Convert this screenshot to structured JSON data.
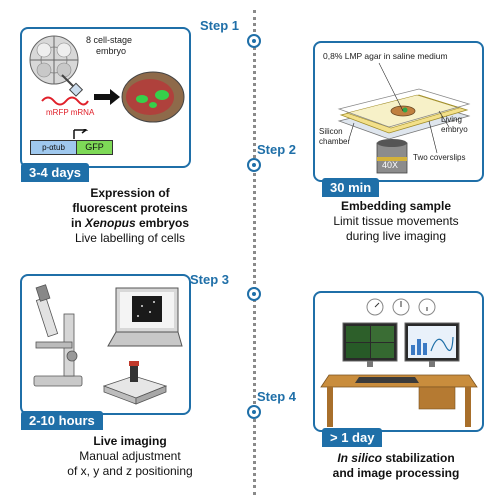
{
  "steps": [
    {
      "label": "Step 1"
    },
    {
      "label": "Step 2"
    },
    {
      "label": "Step 3"
    },
    {
      "label": "Step 4"
    }
  ],
  "panel1": {
    "badge": "3-4 days",
    "embryo_label_line1": "8 cell-stage",
    "embryo_label_line2": "embryo",
    "mrna_label": "mRFP mRNA",
    "promoter_label": "p-αtub",
    "gfp_label": "GFP",
    "caption_bold1": "Expression of",
    "caption_bold2": "fluorescent proteins",
    "caption_bold3_prefix": "in ",
    "caption_bold3_italic": "Xenopus",
    "caption_bold3_suffix": " embryos",
    "caption_line4": "Live labelling of cells"
  },
  "panel2": {
    "badge": "30 min",
    "agar_label": "0,8% LMP agar in saline medium",
    "silicon_label_line1": "Silicon",
    "silicon_label_line2": "chamber",
    "living_label_line1": "Living",
    "living_label_line2": "embryo",
    "coverslips_label": "Two coverslips",
    "objective_label": "40X",
    "caption_bold": "Embedding sample",
    "caption_line2": "Limit tissue movements",
    "caption_line3": "during live imaging"
  },
  "panel3": {
    "badge": "2-10 hours",
    "caption_bold": "Live imaging",
    "caption_line2": "Manual adjustment",
    "caption_line3": "of x, y and z positioning"
  },
  "panel4": {
    "badge": "> 1 day",
    "caption_italic": "In silico",
    "caption_bold_rest": " stabilization",
    "caption_bold2": "and image processing"
  },
  "colors": {
    "accent": "#1f6fa8",
    "dotline": "#8a8a8a",
    "mrna_red": "#e0202a",
    "gfp_green": "#7ed957",
    "promoter_blue": "#9fc8ee"
  }
}
